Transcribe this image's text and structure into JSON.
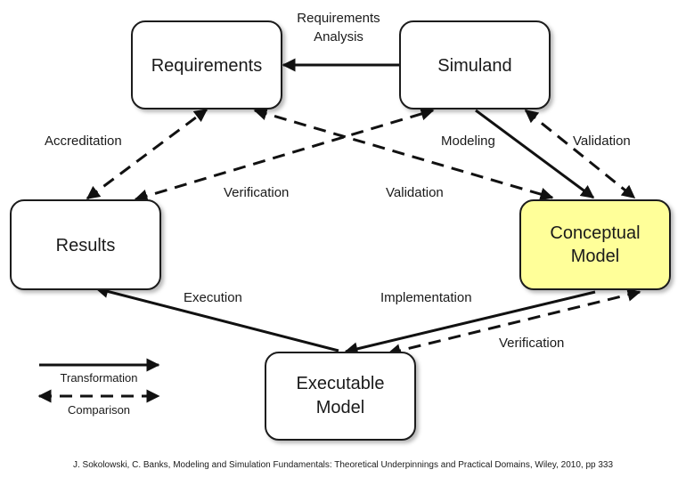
{
  "nodes": {
    "requirements": "Requirements",
    "simuland": "Simuland",
    "results": "Results",
    "conceptual_model": [
      "Conceptual",
      "Model"
    ],
    "executable_model": [
      "Executable",
      "Model"
    ]
  },
  "edges": {
    "requirements_analysis": [
      "Requirements",
      "Analysis"
    ],
    "accreditation": "Accreditation",
    "verification_top": "Verification",
    "validation_center": "Validation",
    "modeling": "Modeling",
    "validation_right": "Validation",
    "execution": "Execution",
    "implementation": "Implementation",
    "verification_bottom": "Verification"
  },
  "legend": {
    "transformation": "Transformation",
    "comparison": "Comparison"
  },
  "citation": "J. Sokolowski, C. Banks, Modeling and Simulation Fundamentals: Theoretical Underpinnings and Practical Domains, Wiley, 2010, pp 333",
  "colors": {
    "box_fill": "#ffffff",
    "highlight_fill": "#ffff99",
    "line": "#111111"
  }
}
